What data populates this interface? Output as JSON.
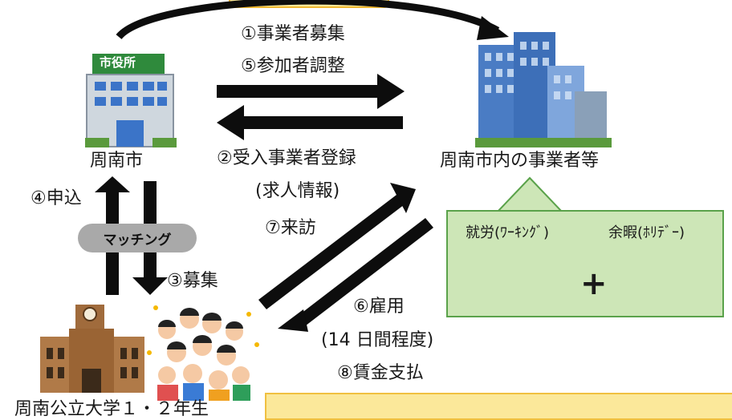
{
  "labels": {
    "recruit_businesses": "①事業者募集",
    "coordinate_participants": "⑤参加者調整",
    "register_businesses": "②受入事業者登録",
    "job_info": "(求人情報)",
    "city": "周南市",
    "businesses": "周南市内の事業者等",
    "apply": "④申込",
    "matching": "マッチング",
    "recruit_students": "③募集",
    "visit": "⑦来訪",
    "employment": "⑥雇用",
    "duration": "(14 日間程度)",
    "payment": "⑧賃金支払",
    "working": "就労(ﾜｰｷﾝｸﾞ)",
    "holiday": "余暇(ﾎﾘﾃﾞｰ)",
    "plus": "+",
    "university": "周南公立大学１・２年生",
    "city_hall_sign": "市役所"
  },
  "colors": {
    "arrow": "#0d0d0d",
    "green_box_fill": "#cde6b7",
    "green_box_border": "#5aa24a",
    "pill": "#a9a9a9",
    "banner": "#fbe89a"
  }
}
